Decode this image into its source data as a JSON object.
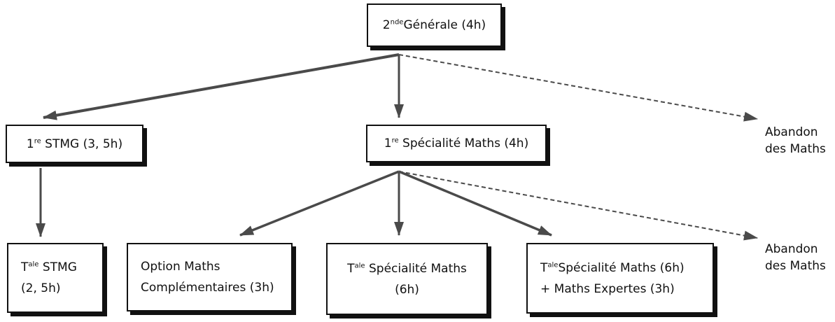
{
  "nodes": {
    "seconde": {
      "pre": "2",
      "sup": "nde",
      "text": "Générale (4h)"
    },
    "premiere_stmg": {
      "pre": "1",
      "sup": "re",
      "text": " STMG (3, 5h)"
    },
    "premiere_spe": {
      "pre": "1",
      "sup": "re",
      "text": " Spécialité Maths (4h)"
    },
    "abandon_1": {
      "line1": "Abandon",
      "line2": "des Maths"
    },
    "terminale_stmg": {
      "pre": "T",
      "sup": "ale",
      "text": " STMG",
      "line2": "(2, 5h)"
    },
    "option_comp": {
      "line1": "Option Maths",
      "line2": "Complémentaires (3h)"
    },
    "terminale_spe": {
      "pre": "T",
      "sup": "ale",
      "text": " Spécialité Maths",
      "line2": "(6h)"
    },
    "terminale_spe_exp": {
      "pre": "T",
      "sup": "ale",
      "text": "Spécialité Maths (6h)",
      "line2": "+ Maths Expertes (3h)"
    },
    "abandon_2": {
      "line1": "Abandon",
      "line2": "des Maths"
    }
  },
  "colors": {
    "arrow": "#4a4a4a",
    "border": "#111111"
  }
}
